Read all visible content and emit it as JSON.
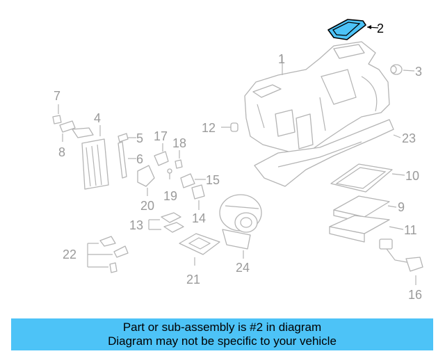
{
  "diagram": {
    "highlight_color": "#4dc3f7",
    "part_color": "#b4b4b4",
    "label_color": "#9a9a9a",
    "labels": {
      "p1": "1",
      "p2": "2",
      "p3": "3",
      "p4": "4",
      "p5": "5",
      "p6": "6",
      "p7": "7",
      "p8": "8",
      "p9": "9",
      "p10": "10",
      "p11": "11",
      "p12": "12",
      "p13": "13",
      "p14": "14",
      "p15": "15",
      "p16": "16",
      "p17": "17",
      "p18": "18",
      "p19": "19",
      "p20": "20",
      "p21": "21",
      "p22": "22",
      "p23": "23",
      "p24": "24"
    }
  },
  "banner": {
    "line1": "Part or sub-assembly is #2 in diagram",
    "line2": "Diagram may not be specific to your vehicle"
  }
}
